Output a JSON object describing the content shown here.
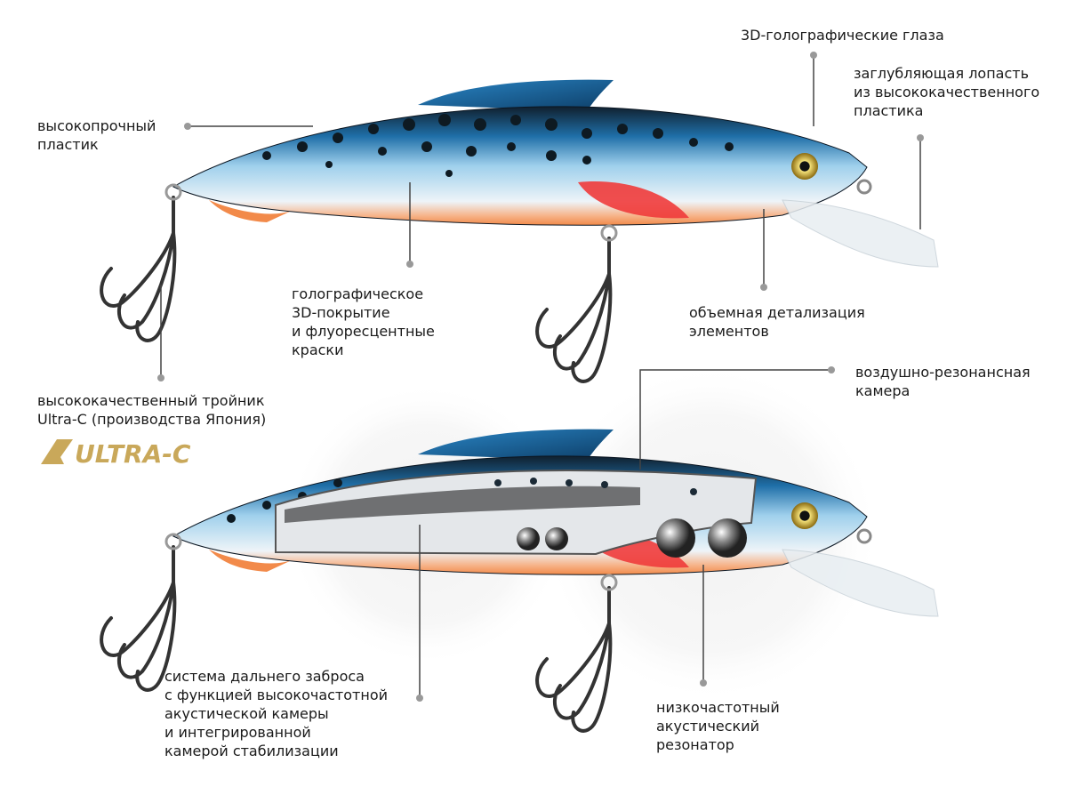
{
  "labels": {
    "eyes": [
      "3D-голографические глаза"
    ],
    "lip": [
      "заглубляющая лопасть",
      "из высококачественного",
      "пластика"
    ],
    "plastic": [
      "высокопрочный",
      "пластик"
    ],
    "coating": [
      "голографическое",
      "3D-покрытие",
      "и флуоресцентные",
      "краски"
    ],
    "detail": [
      "объемная детализация",
      "элементов"
    ],
    "hook": [
      "высококачественный тройник",
      "Ultra-C (производства Япония)"
    ],
    "air_chamber": [
      "воздушно-резонансная",
      "камера"
    ],
    "casting": [
      "система дальнего заброса",
      "с функцией высокочастотной",
      "акустической камеры",
      "и интегрированной",
      "камерой стабилизации"
    ],
    "resonator": [
      "низкочастотный",
      "акустический",
      "резонатор"
    ]
  },
  "logo_text": "ULTRA-C",
  "colors": {
    "logo_gold": "#c9a85a",
    "leader": "#444444",
    "dot": "#999999",
    "body_blue": "#1f6fa8",
    "belly_orange": "#f28a4a"
  }
}
